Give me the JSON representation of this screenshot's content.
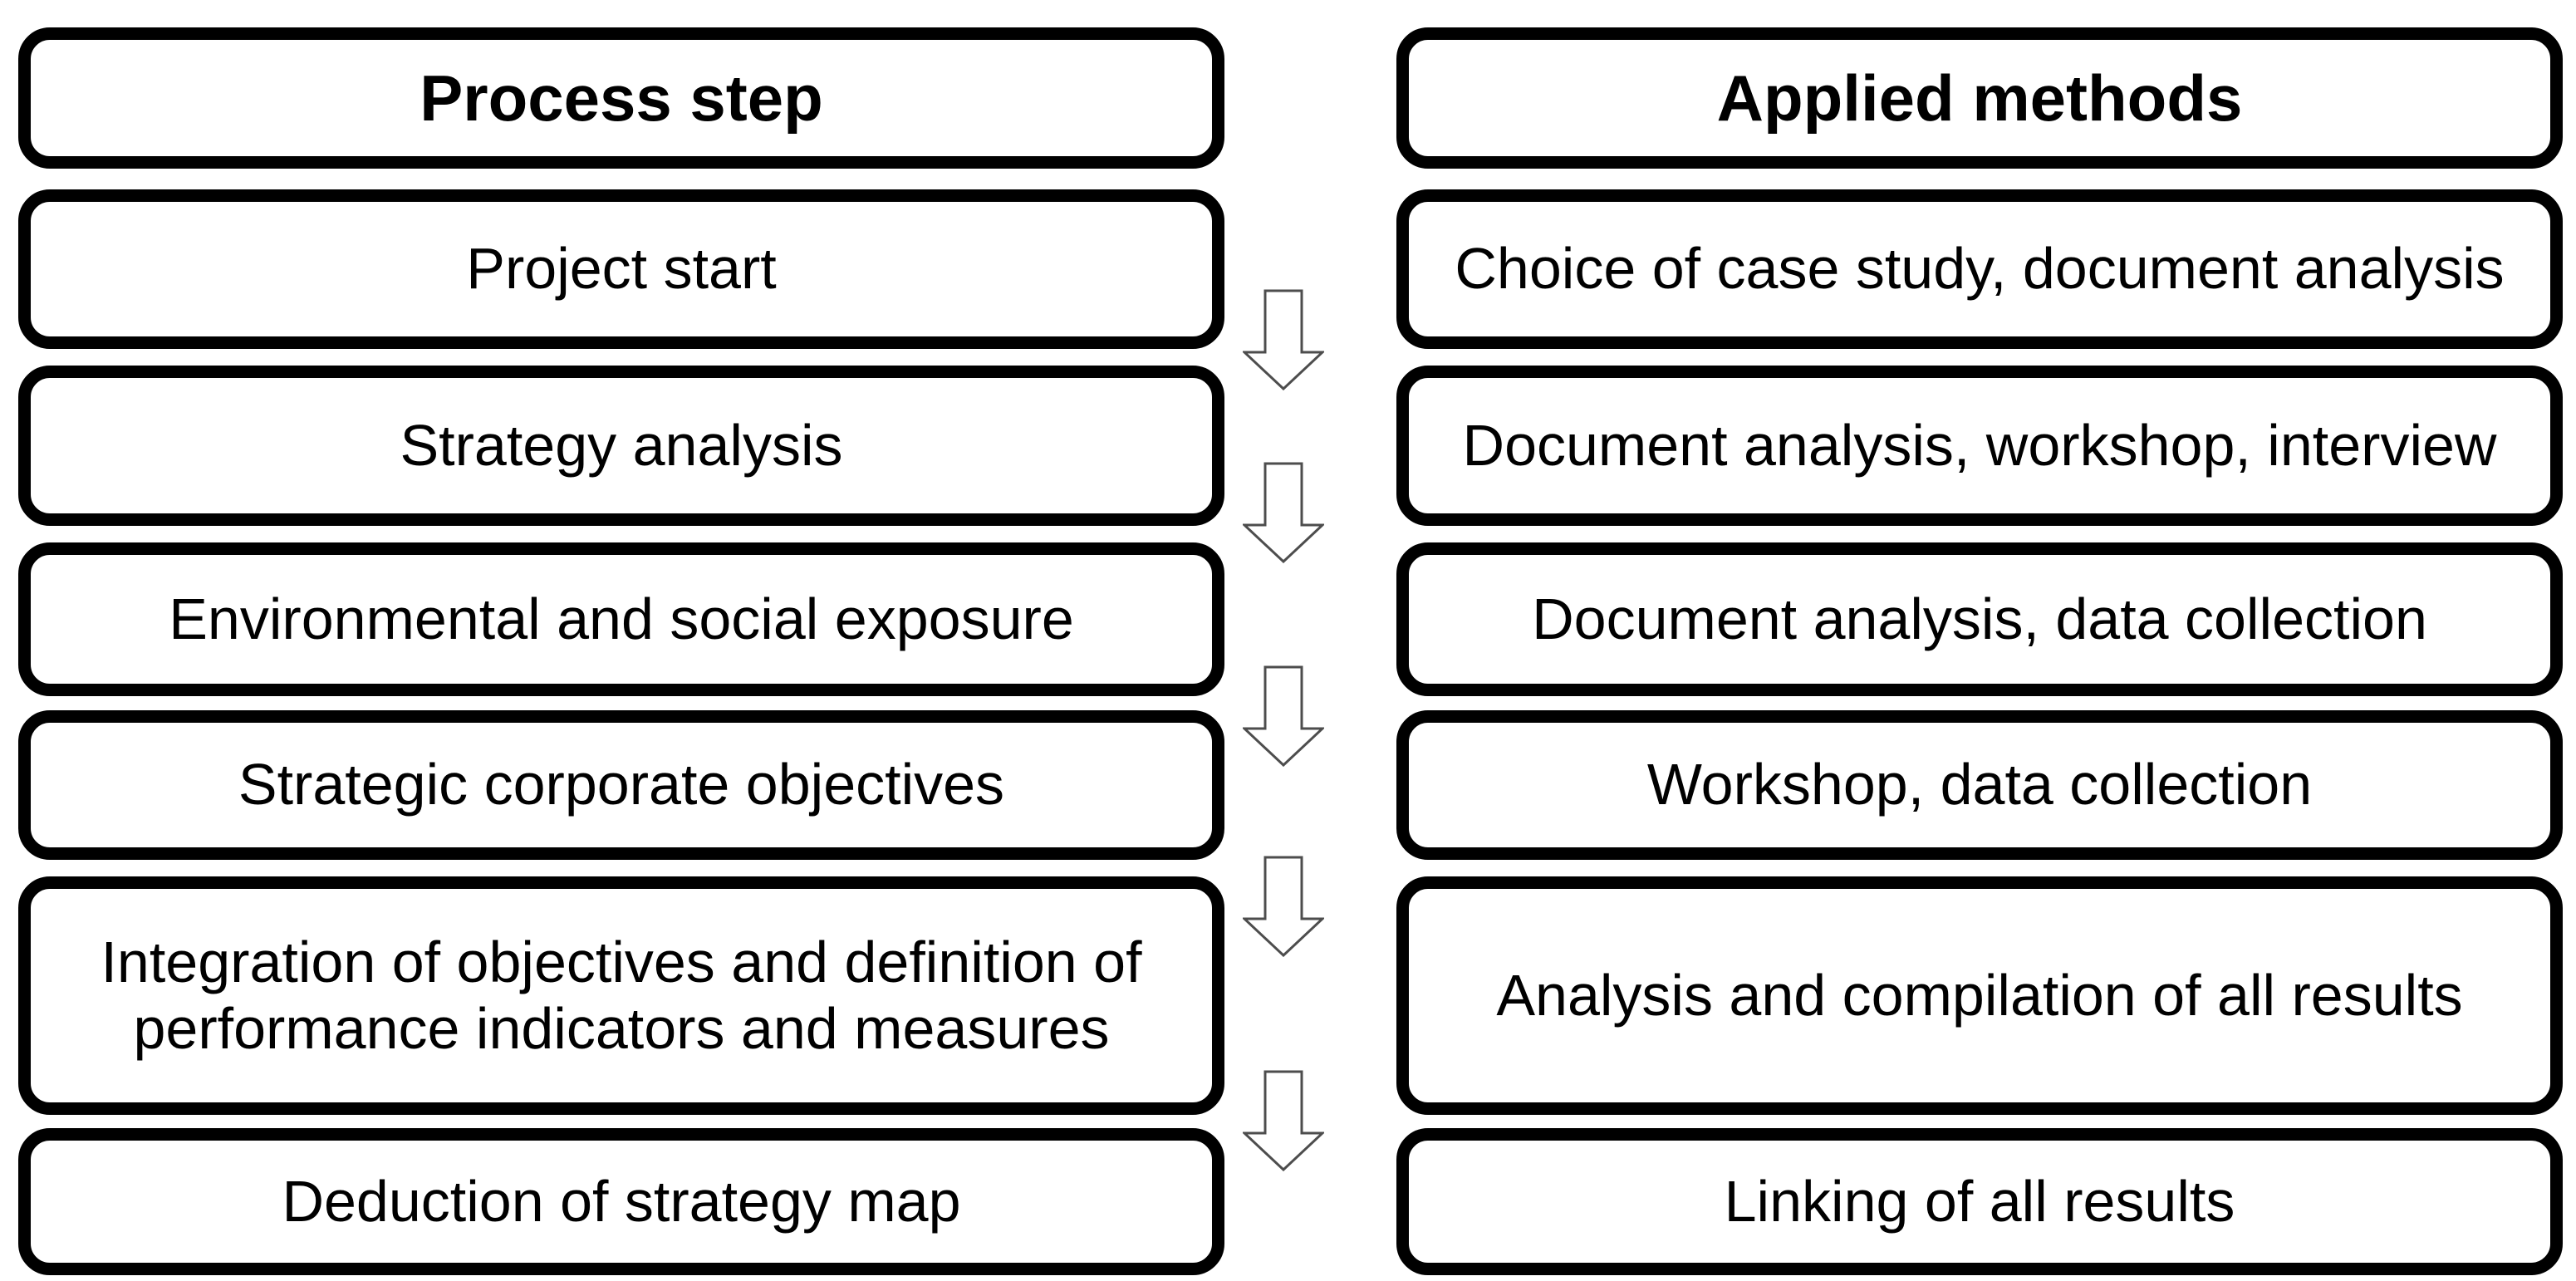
{
  "diagram": {
    "process_column": {
      "header": "Process step",
      "steps": [
        "Project start",
        "Strategy analysis",
        "Environmental and social exposure",
        "Strategic corporate objectives",
        "Integration of objectives and definition of\nperformance indicators and measures",
        "Deduction of strategy map"
      ]
    },
    "methods_column": {
      "header": "Applied methods",
      "methods": [
        "Choice of case study, document analysis",
        "Document analysis, workshop, interview",
        "Document analysis, data collection",
        "Workshop, data collection",
        "Analysis and compilation of all results",
        "Linking of all results"
      ]
    },
    "flow_arrows": {
      "glyph_name": "down-block-arrow",
      "count": 5,
      "direction": "down"
    },
    "colors": {
      "background": "#ffffff",
      "box_border": "#000000",
      "text": "#000000",
      "arrow_outline": "#4d4d4d",
      "arrow_fill": "#ffffff"
    }
  }
}
